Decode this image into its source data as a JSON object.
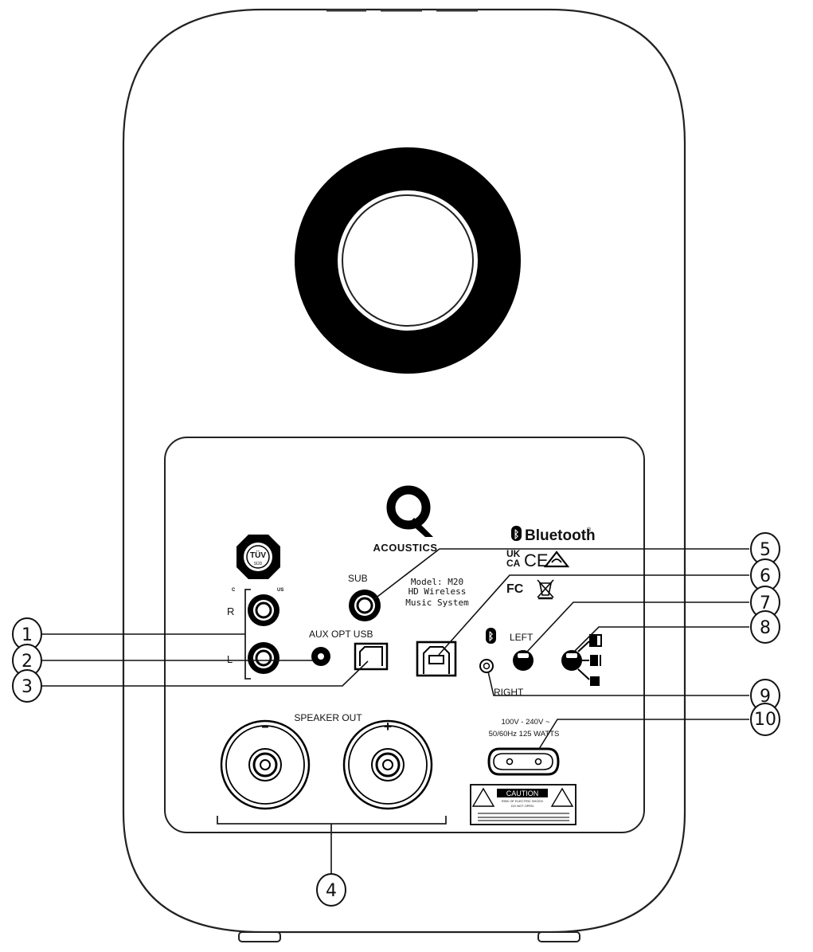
{
  "brand": {
    "logo_letter": "Q",
    "name": "ACOUSTICS"
  },
  "model": {
    "line1": "Model: M20",
    "line2": "HD Wireless",
    "line3": "Music System"
  },
  "cert": {
    "tuv": "TÜV",
    "tuv_sub": "SÜD",
    "tuv_c": "C",
    "tuv_us": "US",
    "bluetooth_symbol": "ᛒ",
    "bluetooth": "Bluetooth",
    "bluetooth_tm": "®",
    "ukca_top": "UK",
    "ukca_bottom": "CA",
    "ce": "CE",
    "fcc": "FC"
  },
  "labels": {
    "sub": "SUB",
    "r": "R",
    "l": "L",
    "aux_opt_usb": "AUX OPT USB",
    "left": "LEFT",
    "right": "RIGHT",
    "speaker_out": "SPEAKER OUT",
    "minus": "−",
    "plus": "+",
    "power_line1": "100V - 240V ~",
    "power_line2": "50/60Hz 125 WATTS",
    "caution": "CAUTION",
    "caution_small1": "RISK OF ELECTRIC SHOCK",
    "caution_small2": "DO NOT OPEN"
  },
  "callouts": [
    "1",
    "2",
    "3",
    "4",
    "5",
    "6",
    "7",
    "8",
    "9",
    "10"
  ]
}
